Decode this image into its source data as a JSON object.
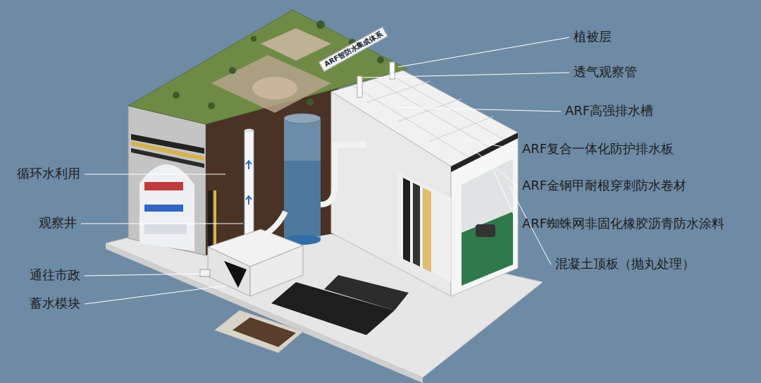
{
  "diagram": {
    "nodes": [
      {
        "text": [
          "ARF智防水集成体系"
        ]
      }
    ],
    "labels": [
      "植被层",
      "透气观察管",
      "ARF高强排水槽",
      "ARF复合一体化防护排水板",
      "ARF金钢甲耐根穿刺防水卷材",
      "ARF蜘蛛网非固化橡胶沥青防水涂料",
      "混凝土顶板（抛丸处理）",
      "循环水利用",
      "观察井",
      "通往市政",
      "蓄水模块"
    ]
  }
}
